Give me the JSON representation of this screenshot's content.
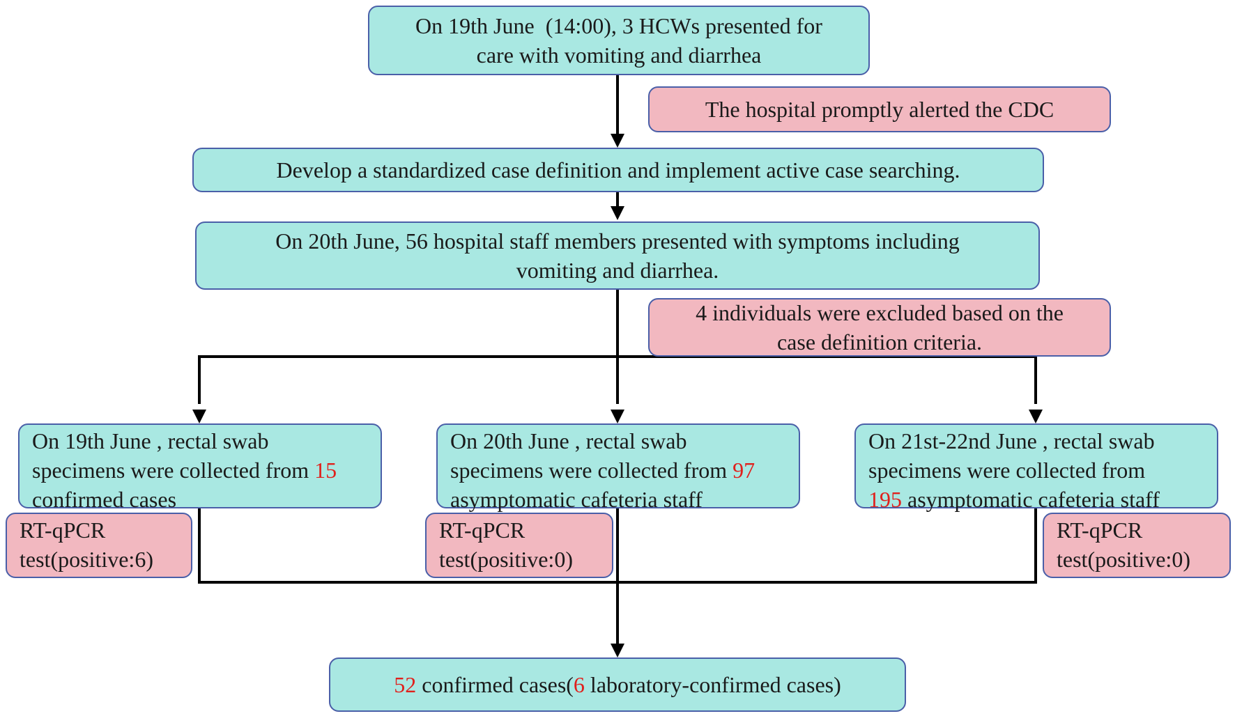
{
  "colors": {
    "teal_box": "#a9e8e2",
    "pink_box": "#f2b8c0",
    "box_border": "#4a5fa8",
    "highlight_number": "#e0201c",
    "arrow": "#000000"
  },
  "nodes": {
    "start": {
      "line1": "On 19th June  (14:00), 3 HCWs presented for",
      "line2": "care with vomiting and diarrhea"
    },
    "alert": {
      "text": "The hospital promptly alerted the CDC"
    },
    "case_definition": {
      "text": "Develop a standardized case definition and implement active case searching."
    },
    "staff_presented": {
      "line1": "On 20th June, 56 hospital staff members presented with symptoms including",
      "line2": "vomiting and diarrhea."
    },
    "excluded": {
      "line1": "4 individuals were excluded based on the",
      "line2": "case definition criteria."
    },
    "swab_19": {
      "line1": "On 19th June , rectal swab",
      "line2_pre": "specimens were collected from ",
      "number": "15",
      "line3": "confirmed cases"
    },
    "swab_20": {
      "line1": "On 20th June , rectal swab",
      "line2_pre": "specimens were collected from ",
      "number": "97",
      "line3": "asymptomatic cafeteria staff"
    },
    "swab_21_22": {
      "line1": "On 21st-22nd June , rectal swab",
      "line2": "specimens were collected from",
      "number": "195",
      "line3_post": " asymptomatic cafeteria staff"
    },
    "pcr_19": {
      "line1": "RT-qPCR",
      "line2": "test(positive:6)"
    },
    "pcr_20": {
      "line1": "RT-qPCR",
      "line2": "test(positive:0)"
    },
    "pcr_21_22": {
      "line1": "RT-qPCR",
      "line2": "test(positive:0)"
    },
    "result": {
      "number1": "52",
      "text1": " confirmed cases(",
      "number2": "6",
      "text2": " laboratory-confirmed cases)"
    }
  }
}
